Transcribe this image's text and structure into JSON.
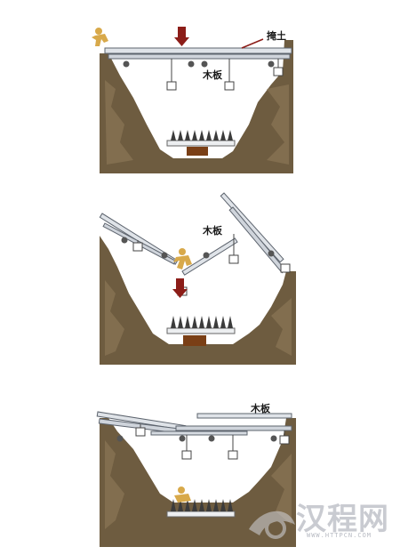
{
  "labels": {
    "cover_soil": "掩土",
    "plank_1": "木板",
    "plank_2": "木板",
    "plank_3": "木板"
  },
  "watermark": {
    "text": "汉程网",
    "url": "WWW.HTTPCN.COM"
  },
  "colors": {
    "soil_dark": "#5b4a33",
    "soil_mid": "#7d6a4c",
    "soil_light": "#9a8765",
    "plank": "#d9dde3",
    "plank_edge": "#5d646e",
    "arrow": "#8c1d18",
    "figure": "#d8a94a",
    "spike": "#3b3b3b",
    "wood_base": "#7a3f16"
  },
  "icons": [
    "person-icon",
    "down-arrow-icon",
    "spike-bed-icon",
    "counterweight-icon"
  ]
}
